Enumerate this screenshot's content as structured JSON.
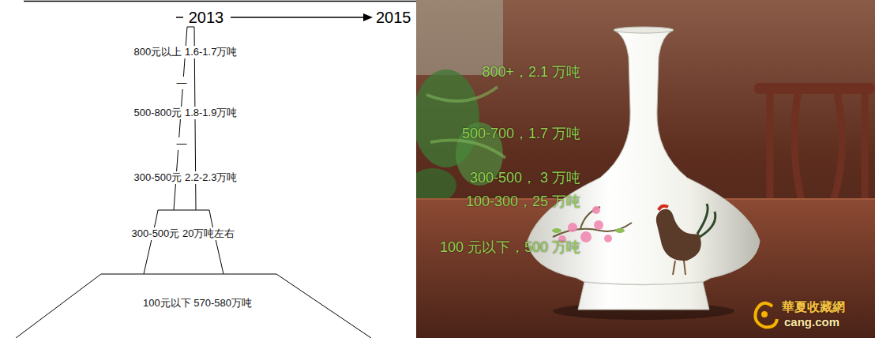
{
  "diagram": {
    "nodes": [
      {
        "text": [
          "800元以上 1.6-1.7万吨",
          "—",
          "500-800元 1.8-1.9万吨",
          "—",
          "300-500元 2.2-2.3万吨"
        ]
      },
      {
        "text": [
          "300-500元 20万吨左右"
        ]
      },
      {
        "text": [
          "100元以下 570-580万吨"
        ]
      }
    ],
    "labels": [
      "2013",
      "2015",
      "800+，2.1 万吨",
      "500-700，1.7 万吨",
      "300-500， 3 万吨",
      "100-300，25 万吨",
      "100 元以下，500 万吨",
      "華夏收藏網",
      "cang.com"
    ]
  }
}
